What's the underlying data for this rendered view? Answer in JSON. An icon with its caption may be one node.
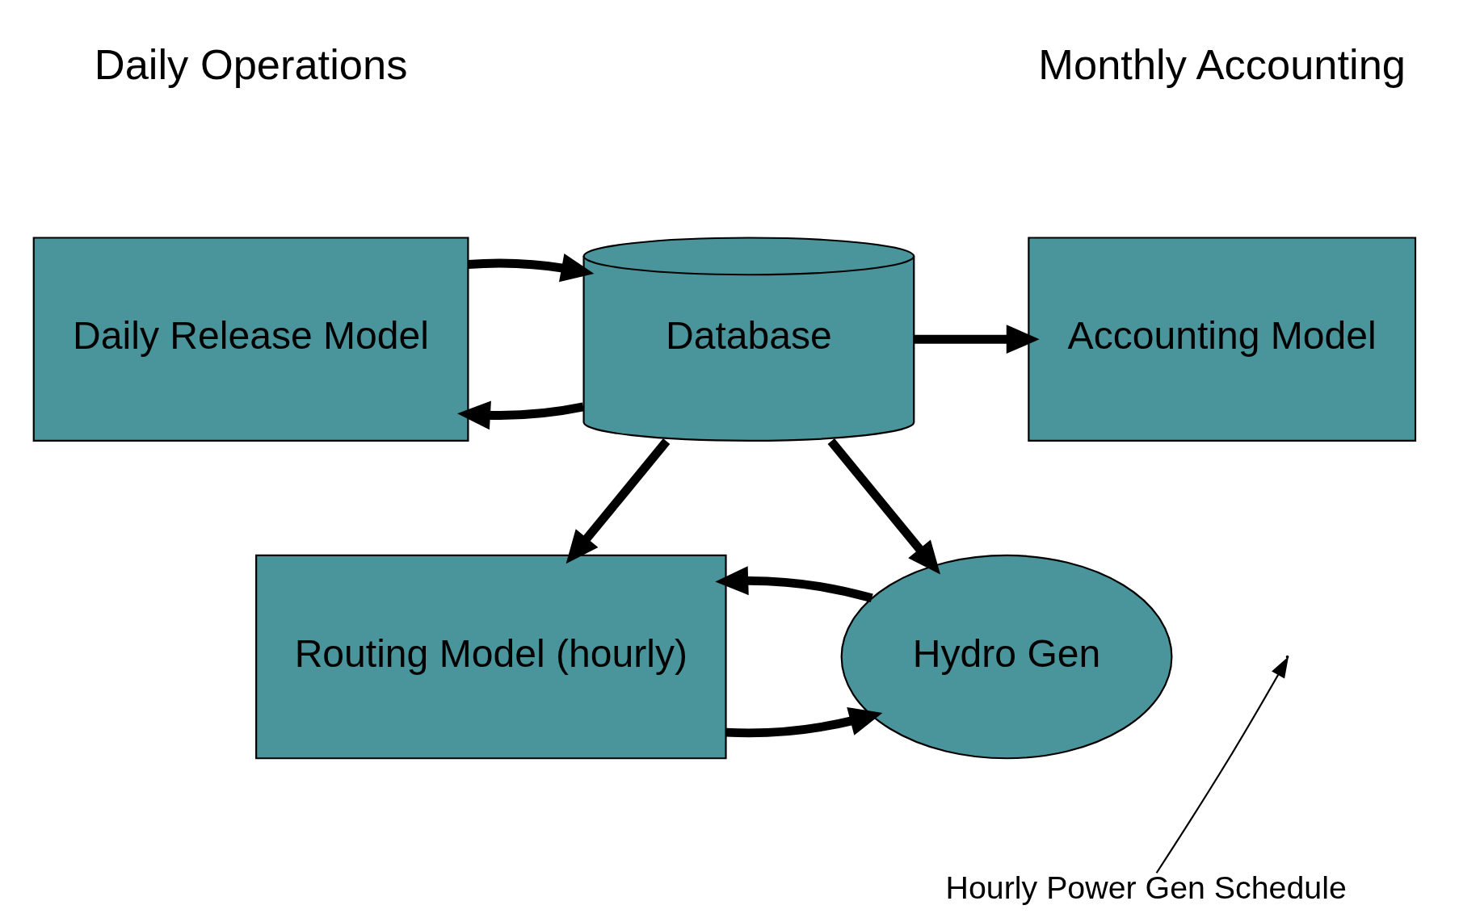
{
  "diagram": {
    "nodes": [
      {
        "text": [
          "Daily Release Model"
        ]
      },
      {
        "text": [
          "Database"
        ]
      },
      {
        "text": [
          "Routing Model (hourly)"
        ]
      },
      {
        "text": [
          "Hydro Gen"
        ]
      },
      {
        "text": [
          "Accounting Model"
        ]
      },
      {
        "text": [
          "Hourly Power Gen Schedule"
        ]
      }
    ],
    "edges": [
      {
        "from": 1,
        "to": 0,
        "arrow": "to"
      },
      {
        "from": 0,
        "to": 1,
        "arrow": "to"
      },
      {
        "from": 1,
        "to": 2,
        "arrow": "to"
      },
      {
        "from": 1,
        "to": 3,
        "arrow": "to"
      },
      {
        "from": 2,
        "to": 3,
        "arrow": "to"
      },
      {
        "from": 3,
        "to": 2,
        "arrow": "to"
      },
      {
        "from": 1,
        "to": 4,
        "arrow": "to"
      },
      {
        "from": 5,
        "to": null,
        "arrow": "to"
      }
    ],
    "labels": [
      "Daily Operations",
      "Monthly Accounting"
    ]
  }
}
